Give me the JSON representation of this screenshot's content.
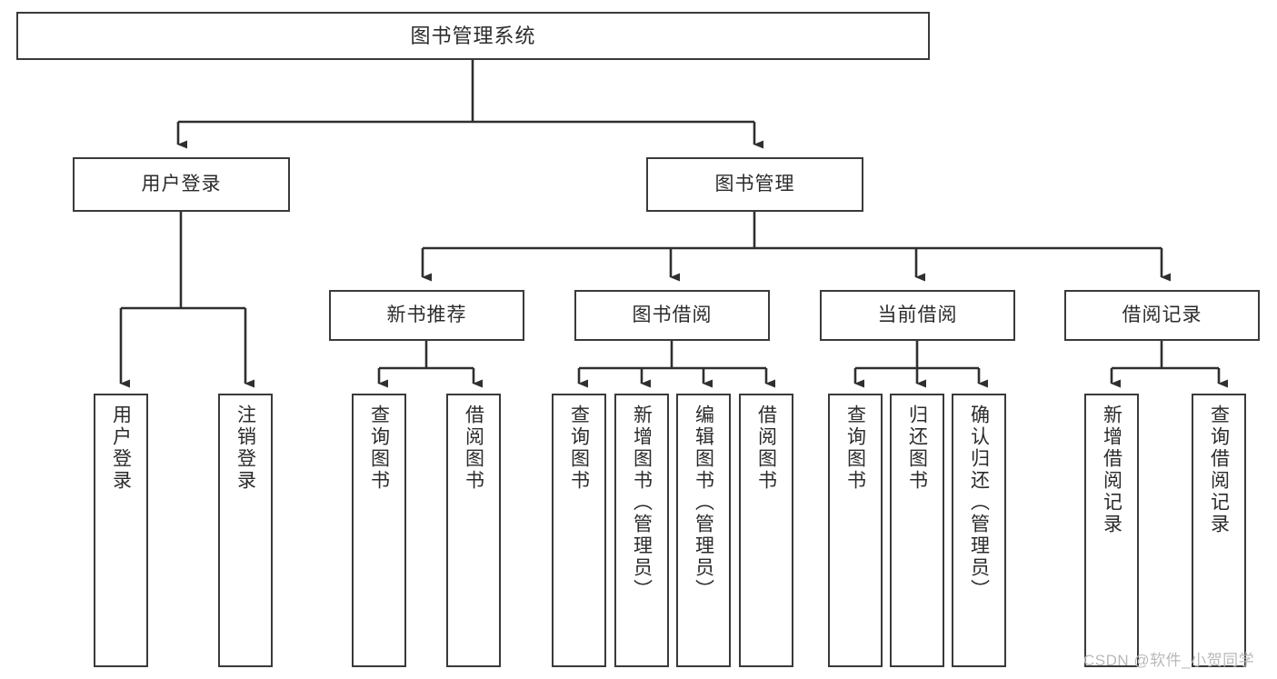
{
  "diagram": {
    "type": "tree-hierarchy",
    "title": "图书管理系统",
    "root": {
      "label": "图书管理系统"
    },
    "level1": [
      {
        "label": "用户登录"
      },
      {
        "label": "图书管理"
      }
    ],
    "level2": [
      {
        "label": "新书推荐",
        "parent": "图书管理"
      },
      {
        "label": "图书借阅",
        "parent": "图书管理"
      },
      {
        "label": "当前借阅",
        "parent": "图书管理"
      },
      {
        "label": "借阅记录",
        "parent": "图书管理"
      }
    ],
    "leaves": [
      {
        "label": "用户登录",
        "parent": "用户登录"
      },
      {
        "label": "注销登录",
        "parent": "用户登录"
      },
      {
        "label": "查询图书",
        "parent": "新书推荐"
      },
      {
        "label": "借阅图书",
        "parent": "新书推荐"
      },
      {
        "label": "查询图书",
        "parent": "图书借阅"
      },
      {
        "label": "新增图书（管理员）",
        "parent": "图书借阅"
      },
      {
        "label": "编辑图书（管理员）",
        "parent": "图书借阅"
      },
      {
        "label": "借阅图书",
        "parent": "图书借阅"
      },
      {
        "label": "查询图书",
        "parent": "当前借阅"
      },
      {
        "label": "归还图书",
        "parent": "当前借阅"
      },
      {
        "label": "确认归还（管理员）",
        "parent": "当前借阅"
      },
      {
        "label": "新增借阅记录",
        "parent": "借阅记录"
      },
      {
        "label": "查询借阅记录",
        "parent": "借阅记录"
      }
    ]
  },
  "watermark": {
    "text": "CSDN @软件_小贺同学"
  },
  "colors": {
    "box_border": "#3a3a3a",
    "line": "#2f2f2f",
    "background": "#ffffff",
    "text": "#2b2b2b",
    "watermark": "#b9b9b9"
  }
}
